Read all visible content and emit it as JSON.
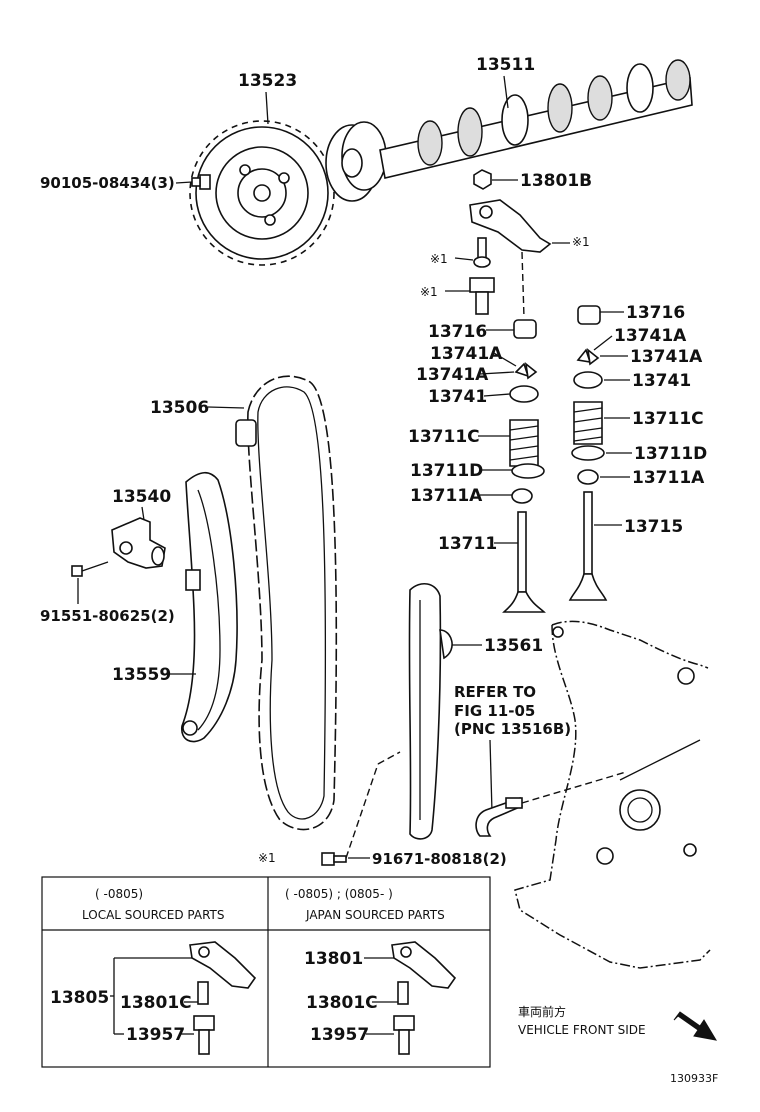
{
  "labels": {
    "p13523": "13523",
    "p13511": "13511",
    "p9010508434": "90105-08434(3)",
    "p13801B": "13801B",
    "mark1a": "※1",
    "mark1b": "※1",
    "mark1c": "※1",
    "mark1d": "※1",
    "p13716L": "13716",
    "p13741AL1": "13741A",
    "p13741AL2": "13741A",
    "p13741L": "13741",
    "p13711CL": "13711C",
    "p13711DL": "13711D",
    "p13711AL": "13711A",
    "p13711": "13711",
    "p13716R": "13716",
    "p13741AR1": "13741A",
    "p13741AR2": "13741A",
    "p13741R": "13741",
    "p13711CR": "13711C",
    "p13711DR": "13711D",
    "p13711AR": "13711A",
    "p13715": "13715",
    "p13506": "13506",
    "p13540": "13540",
    "p9155180625": "91551-80625(2)",
    "p13559": "13559",
    "p13561": "13561",
    "refer1": "REFER TO",
    "refer2": "FIG 11-05",
    "refer3": "(PNC 13516B)",
    "p9167180818": "91671-80818(2)",
    "p13805": "13805",
    "p13801C_L": "13801C",
    "p13957_L": "13957",
    "p13801": "13801",
    "p13801C_R": "13801C",
    "p13957_R": "13957",
    "vehicle_jp": "車両前方",
    "vehicle_en": "VEHICLE FRONT SIDE",
    "fig_code": "130933F"
  },
  "table": {
    "left_range": "(      -0805)",
    "left_title": "LOCAL SOURCED PARTS",
    "right_range": "(      -0805) ; (0805-      )",
    "right_title": "JAPAN SOURCED PARTS"
  }
}
